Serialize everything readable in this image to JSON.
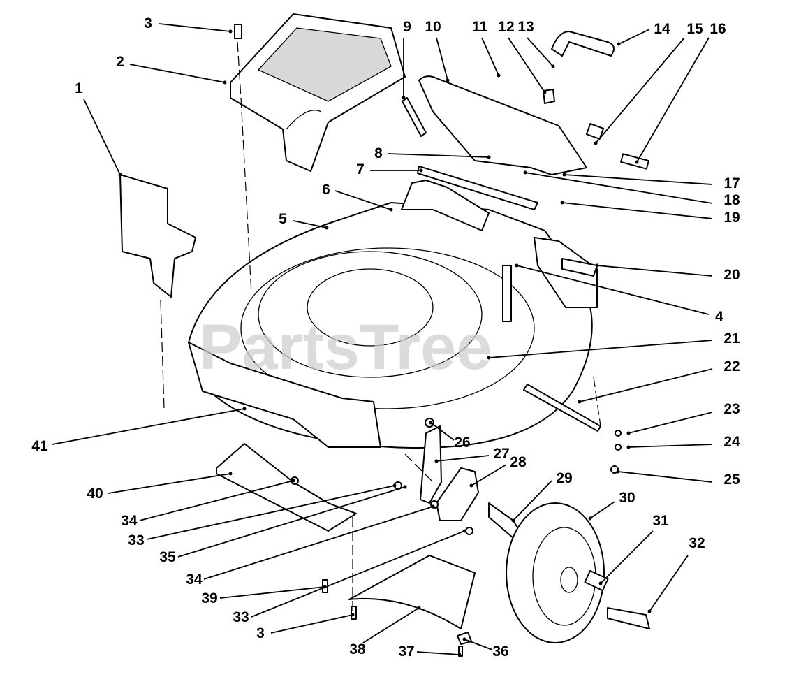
{
  "watermark": "PartsTree",
  "callouts": [
    "1",
    "2",
    "3",
    "9",
    "10",
    "11",
    "12",
    "13",
    "14",
    "15",
    "16",
    "8",
    "7",
    "6",
    "5",
    "17",
    "18",
    "19",
    "20",
    "4",
    "21",
    "22",
    "23",
    "24",
    "25",
    "26",
    "27",
    "28",
    "29",
    "30",
    "31",
    "32",
    "41",
    "40",
    "34",
    "33",
    "35",
    "34",
    "39",
    "33",
    "3",
    "38",
    "37",
    "36"
  ],
  "colors": {
    "lines": "#000000",
    "watermark": "#cfcfcf"
  }
}
